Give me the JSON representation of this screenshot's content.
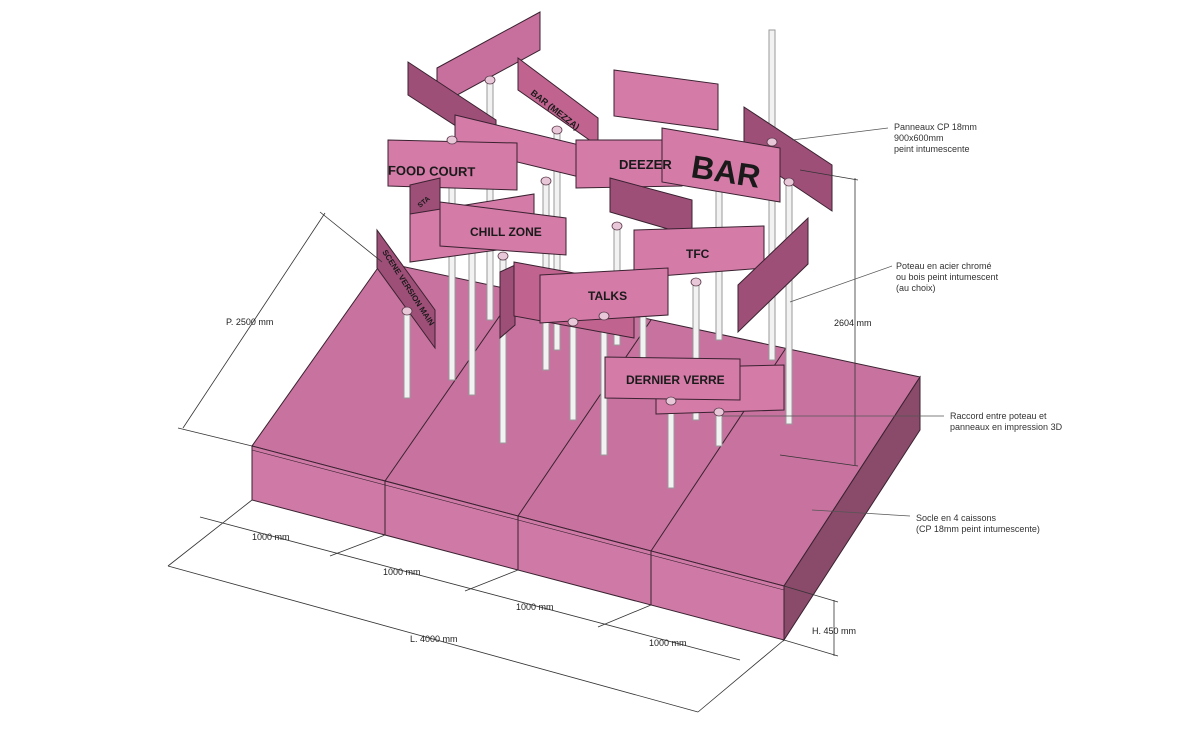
{
  "colors": {
    "box_top": "#c8739f",
    "box_front": "#cf7aa6",
    "box_side": "#8a4a6a",
    "panel_front": "#d47ba8",
    "panel_dark": "#9e4f78",
    "pole": "#eeeeee",
    "line": "#333333"
  },
  "signs": {
    "food_court": "FOOD COURT",
    "deezer": "DEEZER",
    "bar": "BAR",
    "bar_mezza": "BAR (MEZZA)",
    "chill_zone": "CHILL ZONE",
    "tfc": "TFC",
    "talks": "TALKS",
    "dernier_verre": "DERNIER VERRE",
    "scene": "SCENE VERSION MAIN",
    "sta": "STA"
  },
  "annotations": {
    "panneaux": [
      "Panneaux CP 18mm",
      "900x600mm",
      "peint intumescente"
    ],
    "poteau": [
      "Poteau en acier chromé",
      "ou bois peint intumescent",
      "(au choix)"
    ],
    "raccord": [
      "Raccord entre poteau et",
      "panneaux en impression 3D"
    ],
    "socle": [
      "Socle en 4 caissons",
      "(CP 18mm peint intumescente)"
    ]
  },
  "dimensions": {
    "depth": "P. 2500 mm",
    "height_total": "2604 mm",
    "height_base": "H. 450 mm",
    "length": "L. 4000 mm",
    "module_1": "1000 mm",
    "module_2": "1000 mm",
    "module_3": "1000 mm",
    "module_4": "1000 mm"
  }
}
